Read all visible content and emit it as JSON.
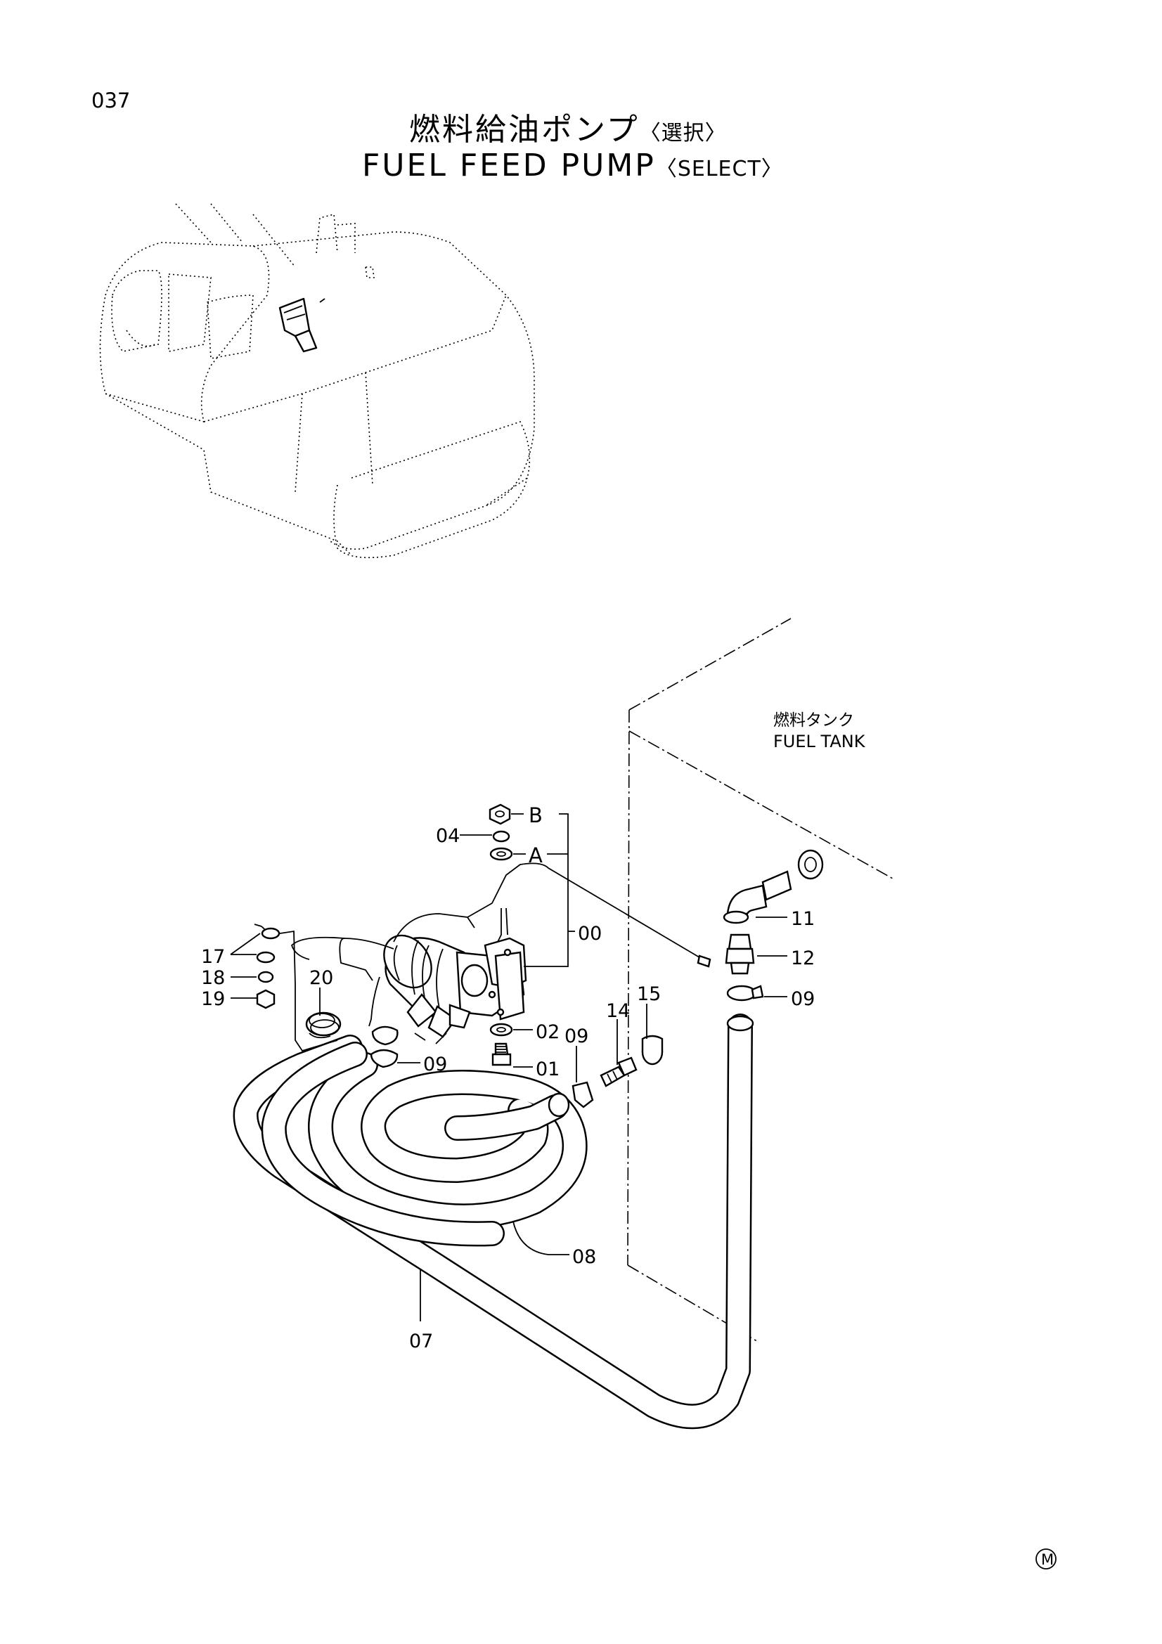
{
  "page_number": "037",
  "title_ja": "燃料給油ポンプ",
  "title_ja_qualifier": "〈選択〉",
  "title_en": "FUEL FEED PUMP",
  "title_en_qualifier": "〈SELECT〉",
  "tank_label_ja": "燃料タンク",
  "tank_label_en": "FUEL TANK",
  "callouts": {
    "B": "B",
    "A": "A",
    "p00": "00",
    "p01": "01",
    "p02": "02",
    "p04": "04",
    "p07": "07",
    "p08": "08",
    "p09_clamp_upper": "09",
    "p09_clamp_mid": "09",
    "p09_clamp_tank": "09",
    "p11": "11",
    "p12": "12",
    "p14": "14",
    "p15": "15",
    "p17": "17",
    "p18": "18",
    "p19": "19",
    "p20": "20"
  },
  "corner_mark": "M"
}
